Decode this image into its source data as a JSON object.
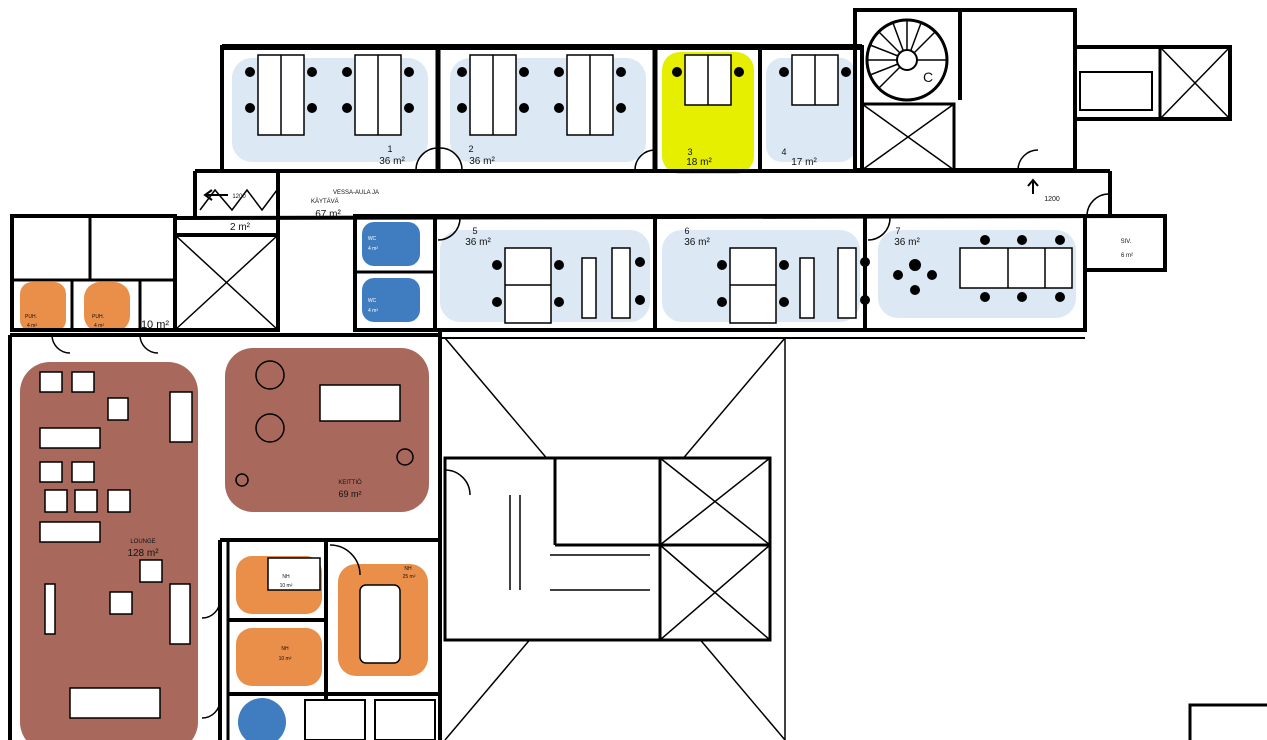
{
  "colors": {
    "office": "#dce8f4",
    "highlight": "#e6ef00",
    "lounge": "#a8695c",
    "meeting": "#e98f4a",
    "wc": "#3f7dc0",
    "wall": "#000000"
  },
  "rooms": {
    "r1": {
      "num": "1",
      "area": "36 m²"
    },
    "r2": {
      "num": "2",
      "area": "36 m²"
    },
    "r3": {
      "num": "3",
      "area": "18 m²"
    },
    "r4": {
      "num": "4",
      "area": "17 m²"
    },
    "r5": {
      "num": "5",
      "area": "36 m²"
    },
    "r6": {
      "num": "6",
      "area": "36 m²"
    },
    "r7": {
      "num": "7",
      "area": "36 m²"
    },
    "corridor": {
      "line1": "VESSA-AULA JA",
      "line2": "KÄYTÄVÄ",
      "area": "67 m²"
    },
    "small": {
      "area": "2 m²"
    },
    "storage": {
      "area": "10 m²"
    },
    "puh1": {
      "name": "PUH.",
      "area": "4 m²"
    },
    "puh2": {
      "name": "PUH.",
      "area": "4 m²"
    },
    "wc1": {
      "name": "WC",
      "area": "4 m²"
    },
    "wc2": {
      "name": "WC",
      "area": "4 m²"
    },
    "lounge": {
      "name": "LOUNGE",
      "area": "128 m²"
    },
    "kitchen": {
      "name": "KEITTIÖ",
      "area": "69 m²"
    },
    "nh1": {
      "name": "NH",
      "area": "10 m²"
    },
    "nh2": {
      "name": "NH",
      "area": "10 m²"
    },
    "nh3": {
      "name": "NH",
      "area": "25 m²"
    },
    "siv": {
      "name": "SIV.",
      "area": "6 m²"
    },
    "stair": {
      "name": "C"
    }
  },
  "markers": {
    "width_left": "1200",
    "width_right": "1200"
  }
}
